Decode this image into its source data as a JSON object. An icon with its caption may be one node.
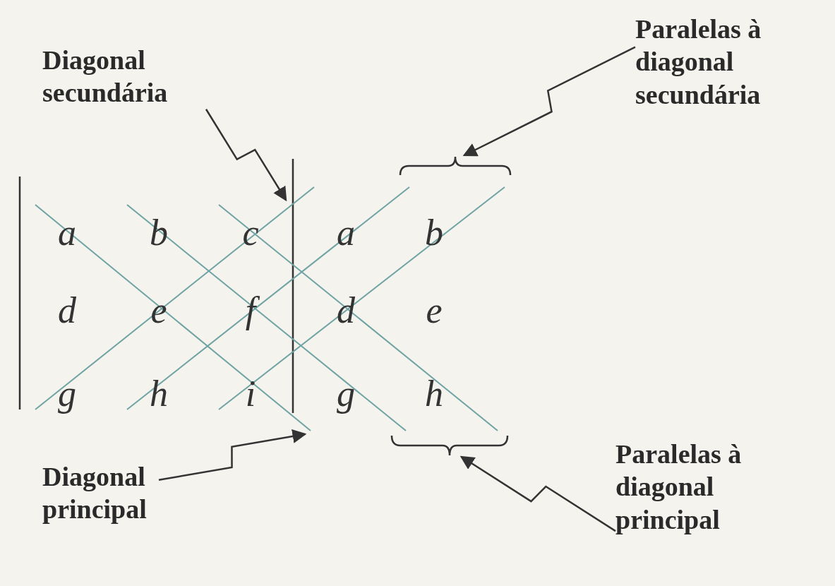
{
  "diagram": {
    "nodes": [
      {
        "text": [
          "Diagonal secundária"
        ]
      },
      {
        "text": [
          "Paralelas à diagonal secundária"
        ]
      },
      {
        "text": [],
        "shape": "brace"
      },
      {
        "text": [],
        "shape": "brace"
      },
      {
        "text": [
          "Diagonal principal"
        ]
      },
      {
        "text": [
          "Paralelas à diagonal principal"
        ]
      }
    ],
    "edges": [
      {
        "from": 0,
        "to": null,
        "arrow": "to"
      },
      {
        "from": 1,
        "to": 2,
        "arrow": "to"
      },
      {
        "from": 4,
        "to": null,
        "arrow": "to"
      },
      {
        "from": 5,
        "to": 3,
        "arrow": "to"
      }
    ],
    "labels": [
      "a",
      "b",
      "c",
      "a",
      "b",
      "d",
      "e",
      "f",
      "d",
      "e",
      "g",
      "h",
      "i",
      "g",
      "h"
    ]
  }
}
